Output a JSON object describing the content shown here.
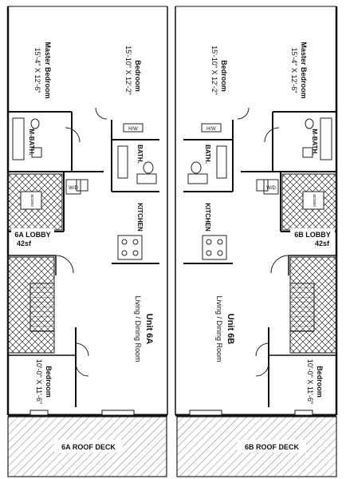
{
  "units": {
    "a": {
      "unit": "Unit 6A",
      "living": "Living / Dining Room",
      "master": "Master Bedroom",
      "master_dims": "15'-4\" X 12'-6\"",
      "bedroom2": "Bedroom",
      "bedroom2_dims": "15'-10\" X 12'-2\"",
      "mbath": "M-BATH.",
      "bath": "BATH.",
      "kitchen": "KITCHEN",
      "lobby": "6A LOBBY",
      "lobby_area": "42sf",
      "bedroom3": "Bedroom",
      "bedroom3_dims": "10'-0\" X 11'-6\"",
      "roof": "6A ROOF DECK",
      "wd": "W/D",
      "hw": "H/W",
      "closet": "access"
    },
    "b": {
      "unit": "Unit 6B",
      "living": "Living / Dining Room",
      "master": "Master Bedroom",
      "master_dims": "15'-4\" X 12'-6\"",
      "bedroom2": "Bedroom",
      "bedroom2_dims": "15'-10\" X 12'-2\"",
      "mbath": "M-BATH.",
      "bath": "BATH.",
      "kitchen": "KITCHEN",
      "lobby": "6B LOBBY",
      "lobby_area": "42sf",
      "bedroom3": "Bedroom",
      "bedroom3_dims": "10'-0\" X 11'-6\"",
      "roof": "6B ROOF DECK",
      "wd": "W/D",
      "hw": "H/W",
      "closet": "access"
    }
  }
}
